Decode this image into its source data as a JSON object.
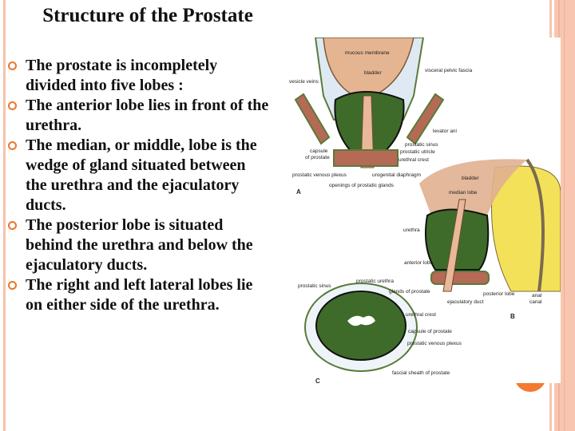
{
  "slide": {
    "title": "Structure of the Prostate",
    "bullets": [
      "The prostate is incompletely divided into five lobes :",
      "The anterior lobe lies in front of the urethra.",
      "The median, or middle, lobe is the wedge of gland situated between the urethra and the ejaculatory ducts.",
      "The posterior lobe is situated behind the urethra and below the ejaculatory ducts.",
      "The right and left lateral lobes lie on either side of the urethra."
    ],
    "accent_color": "#e8772e",
    "border_color": "#f8c6b0"
  },
  "figure": {
    "panel_a": {
      "letter": "A",
      "labels": {
        "mucous_membrane": "mucous membrane",
        "bladder": "bladder",
        "visceral_pelvic_fascia": "visceral pelvic fascia",
        "vesicle_veins": "vesicle veins",
        "levator_ani": "levator ani",
        "prostatic_sinus": "prostatic sinus",
        "prostatic_utricle": "prostatic utricle",
        "urethral_crest": "urethral crest",
        "capsule_1": "capsule",
        "capsule_2": "of prostate",
        "prostatic_venous_plexus": "prostatic venous plexus",
        "urogenital_diaphragm": "urogenital diaphragm",
        "openings": "openings of prostatic glands"
      }
    },
    "panel_b": {
      "letter": "B",
      "labels": {
        "bladder": "bladder",
        "median_lobe": "median lobe",
        "urethra": "urethra",
        "anterior_lobe": "anterior lobe",
        "posterior_lobe": "posterior lobe",
        "ejaculatory_duct": "ejaculatory duct",
        "anal_1": "anal",
        "anal_2": "canal"
      }
    },
    "panel_c": {
      "letter": "C",
      "labels": {
        "prostatic_sinus": "prostatic sinus",
        "prostatic_urethra": "prostatic urethra",
        "glands": "glands of prostate",
        "urethral_crest": "urethral crest",
        "capsule": "capsule of prostate",
        "venous_plexus": "prostatic venous plexus",
        "fascial_sheath": "fascial sheath of prostate"
      }
    }
  }
}
